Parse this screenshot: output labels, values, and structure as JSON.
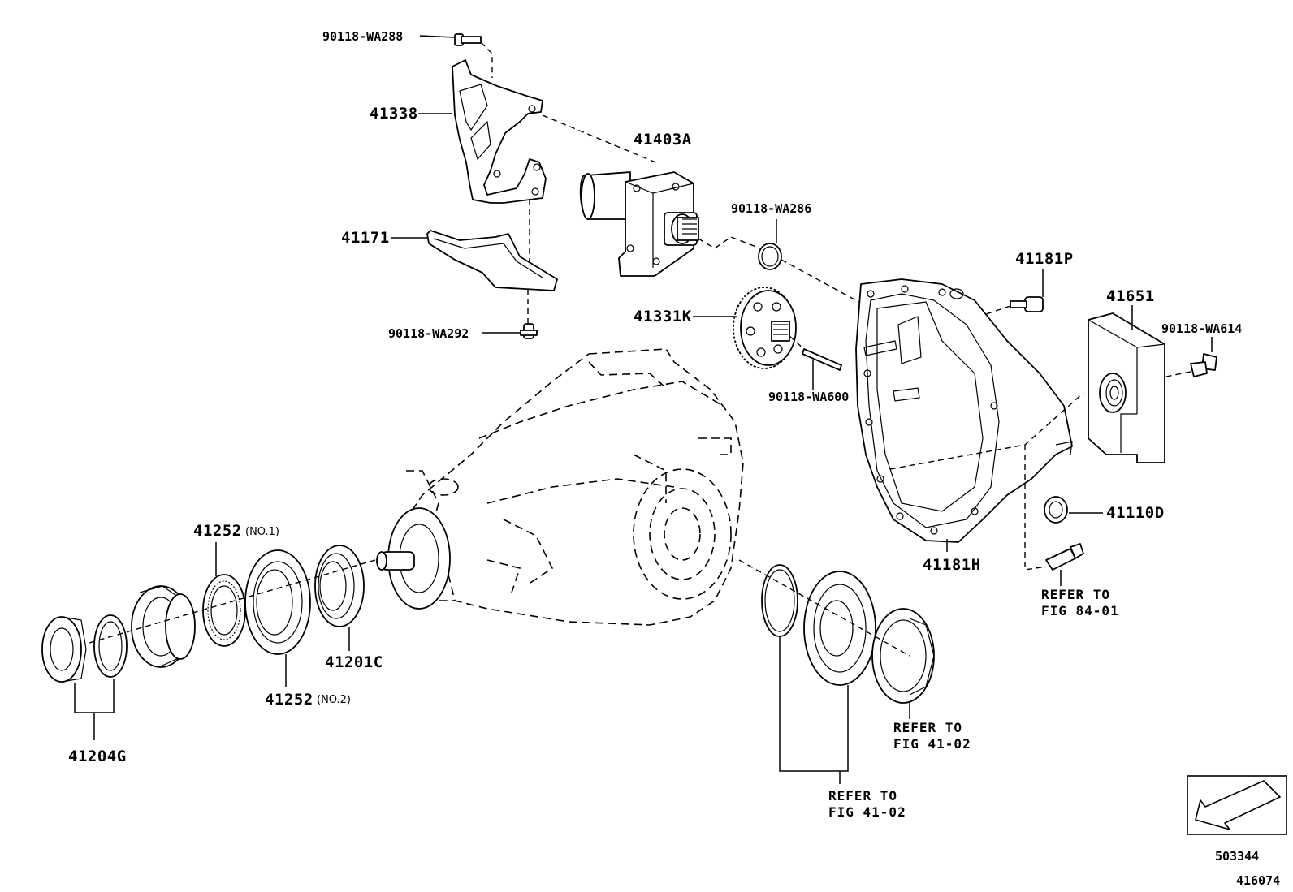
{
  "labels": {
    "bolt_top": "90118-WA288",
    "bracket": "41338",
    "actuator": "41403A",
    "oring_top": "90118-WA286",
    "plate": "41171",
    "bolt_bracket": "90118-WA292",
    "gear": "41331K",
    "pin": "90118-WA600",
    "cover_bolt": "41181P",
    "cover": "41181H",
    "side_cover": "41651",
    "side_bolt": "90118-WA614",
    "plug": "41110D",
    "refer_8401_line1": "REFER TO",
    "refer_8401_line2": "FIG 84-01",
    "shim_no1": "41252",
    "shim_no1_note": "(NO.1)",
    "shim_no2": "41252",
    "shim_no2_note": "(NO.2)",
    "seal": "41201C",
    "nut_washer": "41204G",
    "refer_4102a_line1": "REFER TO",
    "refer_4102a_line2": "FIG 41-02",
    "refer_4102b_line1": "REFER TO",
    "refer_4102b_line2": "FIG 41-02",
    "legend_code": "503344",
    "figure_code": "416074"
  },
  "icons": {
    "front_arrow": "front-direction-arrow-icon"
  }
}
